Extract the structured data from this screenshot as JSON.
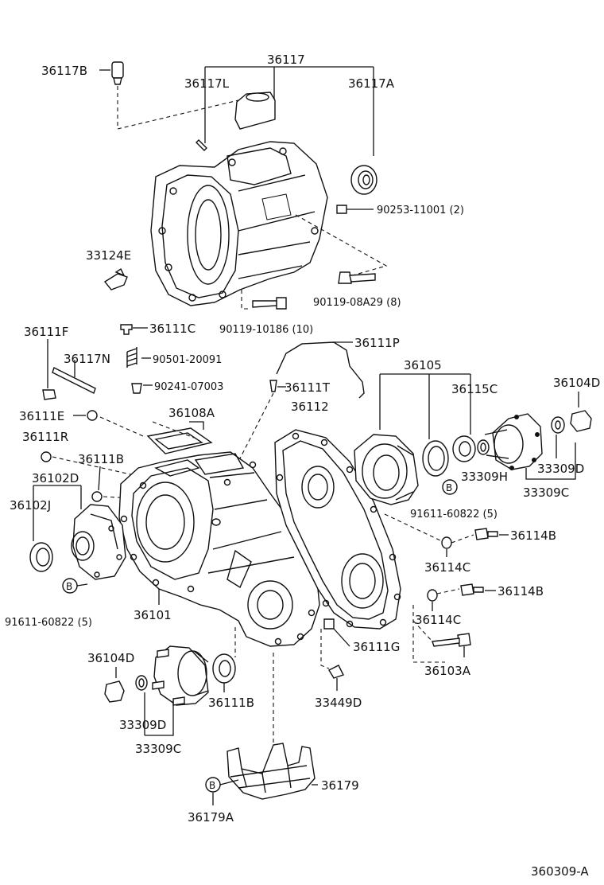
{
  "labels": {
    "p36117": "36117",
    "p36117B": "36117B",
    "p36117L": "36117L",
    "p36117A": "36117A",
    "p90253": "90253-11001 (2)",
    "p33124E": "33124E",
    "p90119a": "90119-08A29 (8)",
    "p90119b": "90119-10186 (10)",
    "p36111F": "36111F",
    "p36111C": "36111C",
    "p36117N": "36117N",
    "p90501": "90501-20091",
    "p90241": "90241-07003",
    "p36111P": "36111P",
    "p36111T": "36111T",
    "p36105": "36105",
    "p36115C": "36115C",
    "p36104D_r": "36104D",
    "p36111E": "36111E",
    "p36108A": "36108A",
    "p36112": "36112",
    "p36111R": "36111R",
    "p36111B_t": "36111B",
    "p36102D": "36102D",
    "p36102J": "36102J",
    "p33309H": "33309H",
    "p33309D_r": "33309D",
    "p33309C_r": "33309C",
    "pB1": "B",
    "p91611_r": "91611-60822 (5)",
    "p36114B_1": "36114B",
    "p36114C_1": "36114C",
    "pB2": "B",
    "p91611_l": "91611-60822 (5)",
    "p36101": "36101",
    "p36114B_2": "36114B",
    "p36114C_2": "36114C",
    "p36111G": "36111G",
    "p36103A": "36103A",
    "p36104D_l": "36104D",
    "p36111B_b": "36111B",
    "p33449D": "33449D",
    "p33309D_l": "33309D",
    "p33309C_l": "33309C",
    "p36179": "36179",
    "pB3": "B",
    "p36179A": "36179A",
    "footer": "360309-A"
  }
}
